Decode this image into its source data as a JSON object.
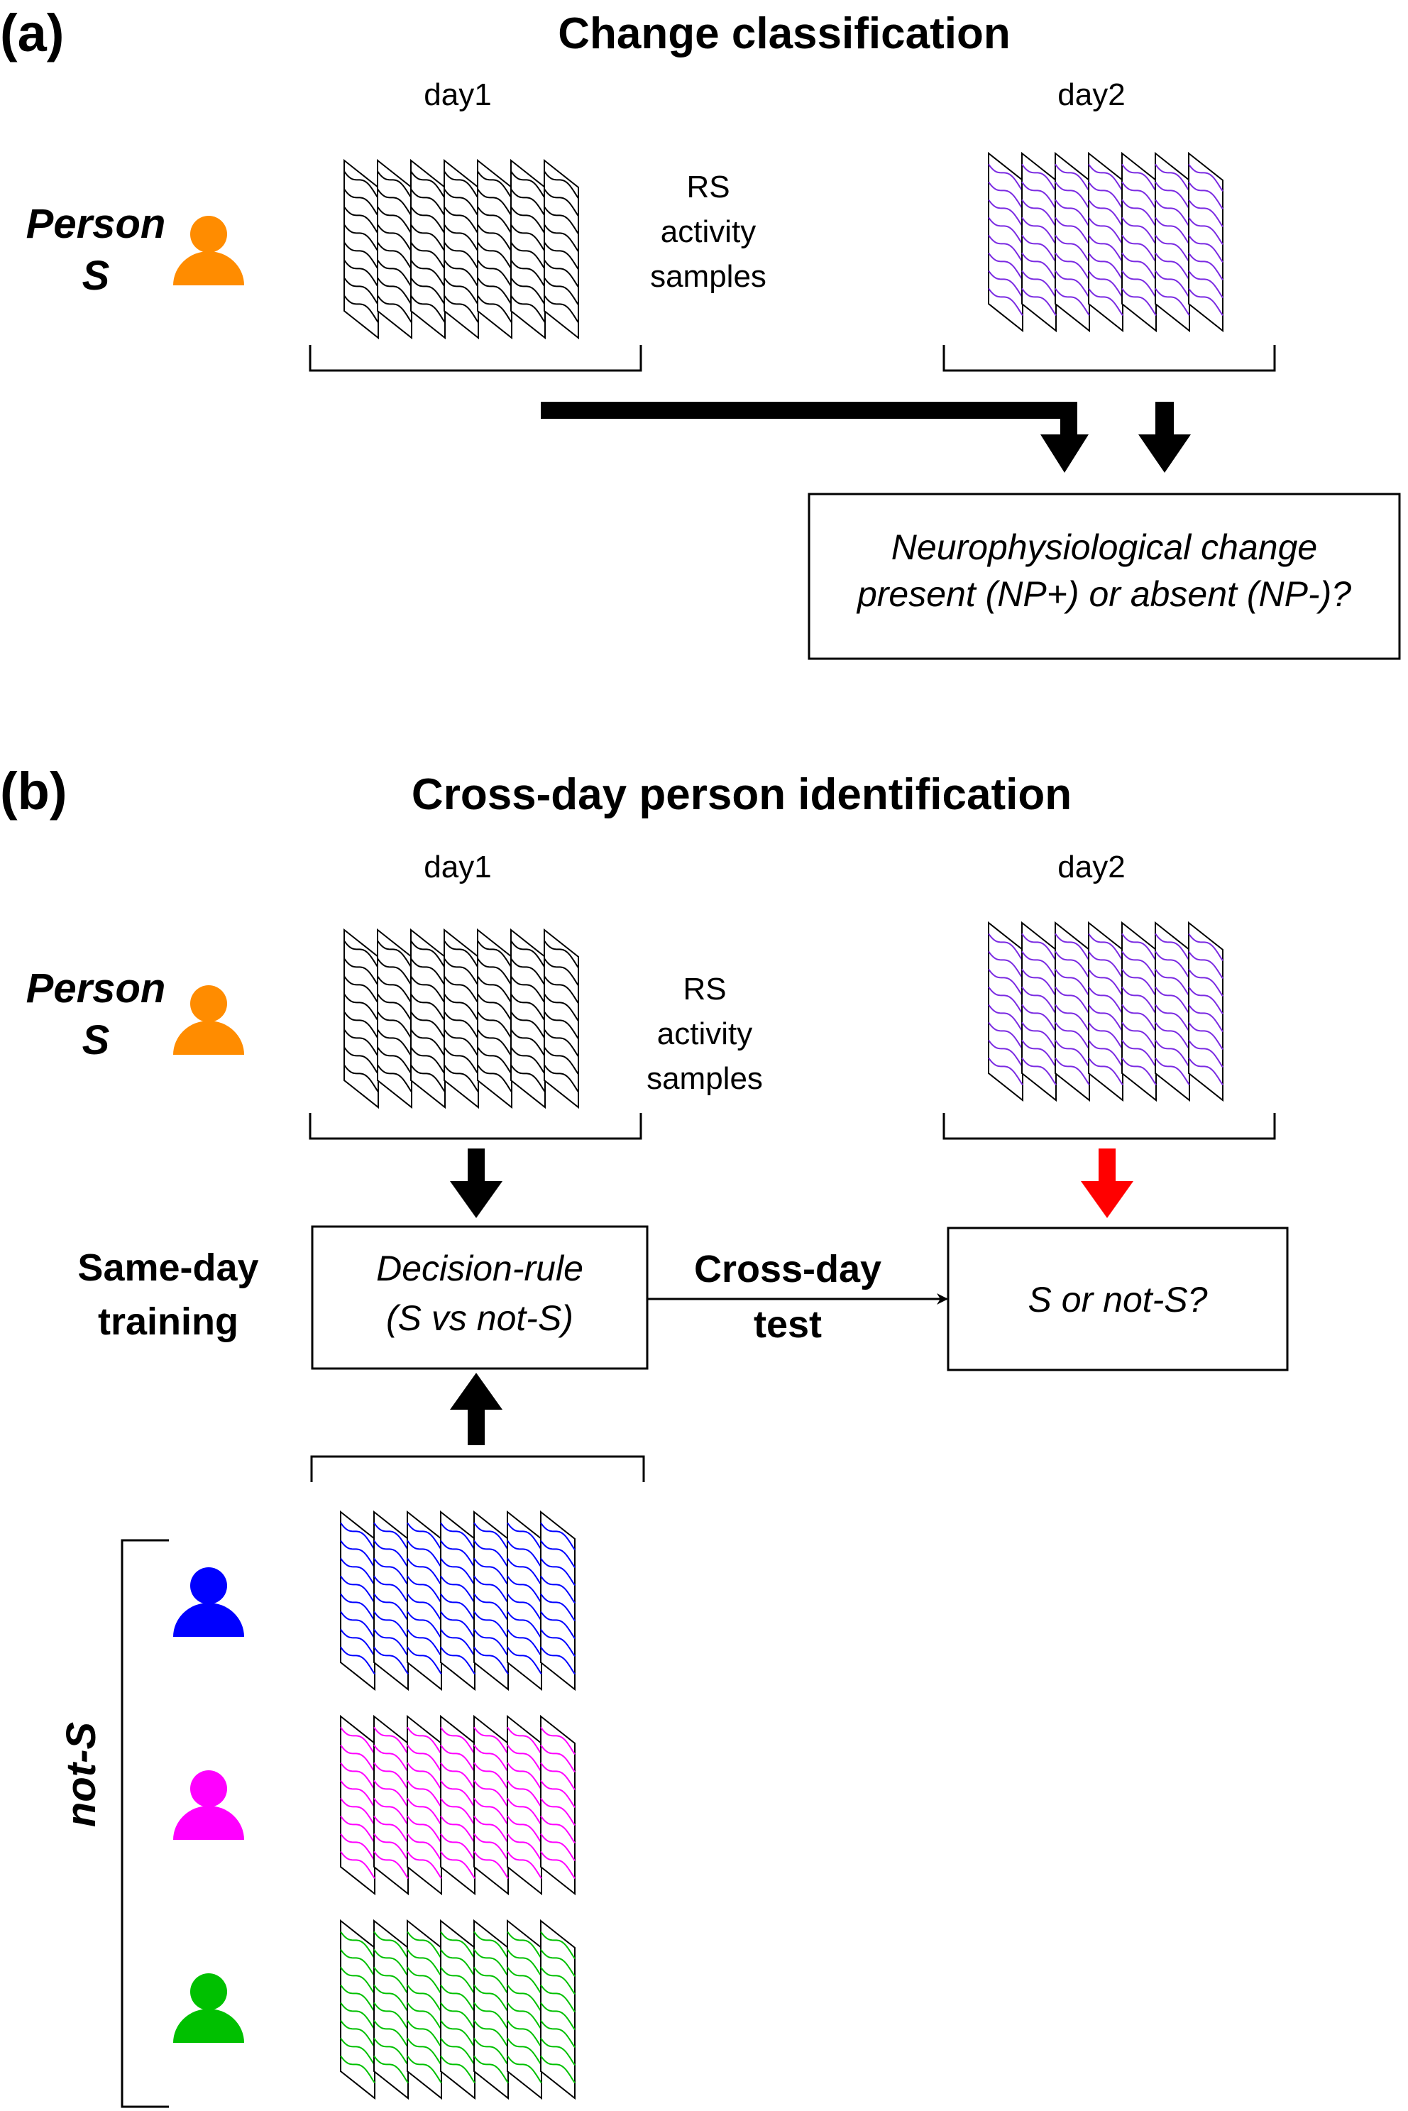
{
  "panel_a": {
    "letter": "(a)",
    "title": "Change classification",
    "day1_label": "day1",
    "day2_label": "day2",
    "person_line1": "Person",
    "person_line2": "S",
    "rs_line1": "RS",
    "rs_line2": "activity",
    "rs_line3": "samples",
    "result_line1": "Neurophysiological change",
    "result_line2": "present (NP+) or absent (NP-)?"
  },
  "panel_b": {
    "letter": "(b)",
    "title": "Cross-day person identification",
    "day1_label": "day1",
    "day2_label": "day2",
    "person_line1": "Person",
    "person_line2": "S",
    "rs_line1": "RS",
    "rs_line2": "activity",
    "rs_line3": "samples",
    "training_line1": "Same-day",
    "training_line2": "training",
    "rule_line1": "Decision-rule",
    "rule_line2": "(S vs not-S)",
    "test_line1": "Cross-day",
    "test_line2": "test",
    "query": "S or not-S?",
    "not_s_label": "not-S"
  },
  "colors": {
    "person_s": "#FF8C00",
    "day1_waves": "#000000",
    "day2_waves": "#7B2BE2",
    "not_s_blue": "#0000FF",
    "not_s_magenta": "#FF00FF",
    "not_s_green": "#00C000",
    "test_arrow": "#FF0000"
  }
}
